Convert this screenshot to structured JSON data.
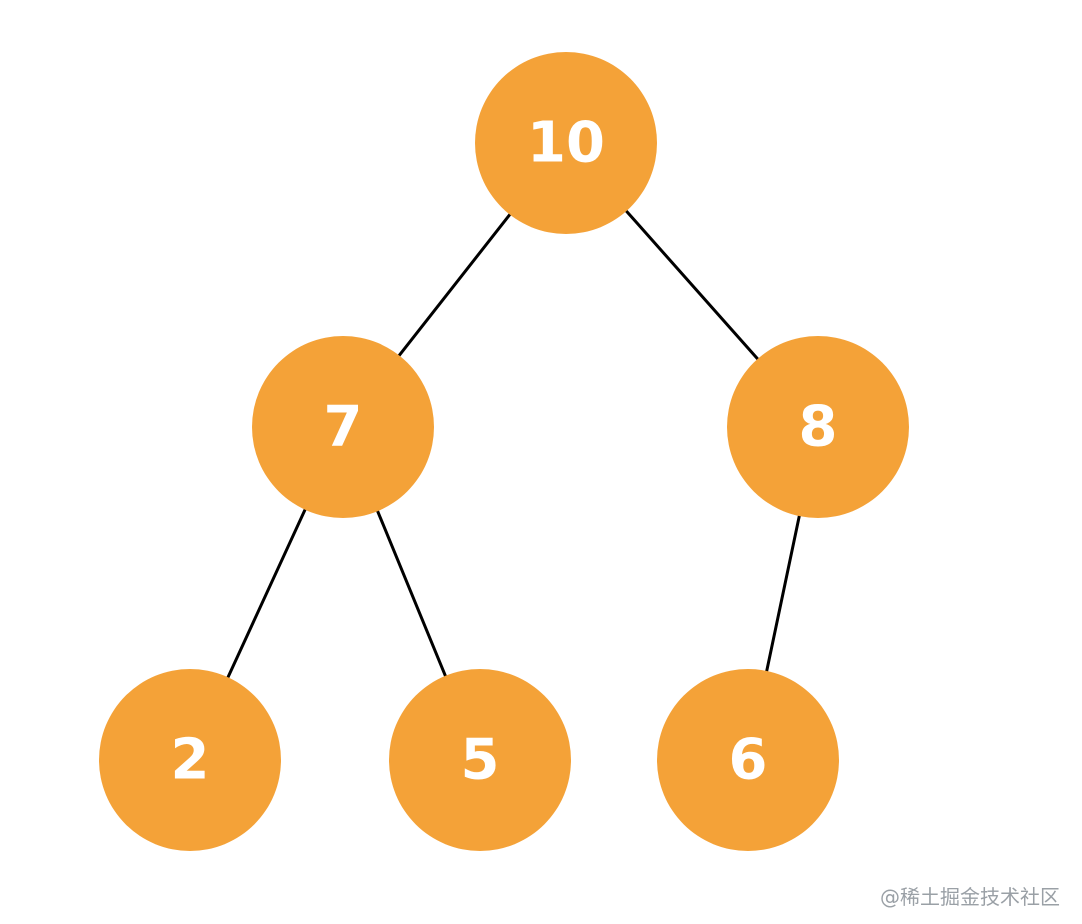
{
  "diagram": {
    "node_color": "#F4A238",
    "edge_color": "#000000",
    "label_color": "#FFFFFF",
    "nodes": [
      {
        "id": "n10",
        "label": "10"
      },
      {
        "id": "n7",
        "label": "7"
      },
      {
        "id": "n8",
        "label": "8"
      },
      {
        "id": "n2",
        "label": "2"
      },
      {
        "id": "n5",
        "label": "5"
      },
      {
        "id": "n6",
        "label": "6"
      }
    ],
    "edges": [
      {
        "from": "n10",
        "to": "n7"
      },
      {
        "from": "n10",
        "to": "n8"
      },
      {
        "from": "n7",
        "to": "n2"
      },
      {
        "from": "n7",
        "to": "n5"
      },
      {
        "from": "n8",
        "to": "n6"
      }
    ]
  },
  "watermark": {
    "text": "@稀土掘金技术社区"
  }
}
